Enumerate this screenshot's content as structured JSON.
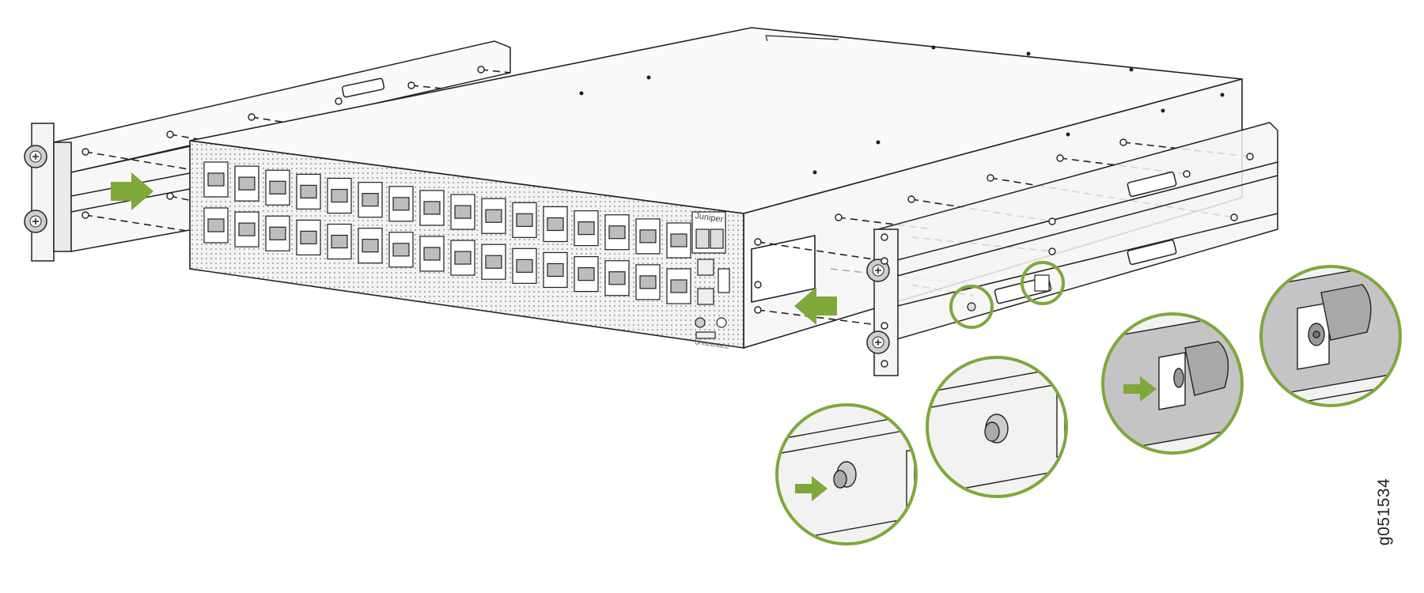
{
  "figure": {
    "id": "g051534",
    "brand_mark": "Juniper",
    "model_label": "QFX5230-64CD"
  },
  "colors": {
    "accent": "#7fa83a",
    "outline": "#222222",
    "panel_fill": "#eeeeee",
    "detail_fill": "#f2f2f2"
  },
  "icons": [
    "arrow-right-icon",
    "arrow-left-icon",
    "thumbscrew-icon",
    "mounting-pin-icon"
  ]
}
